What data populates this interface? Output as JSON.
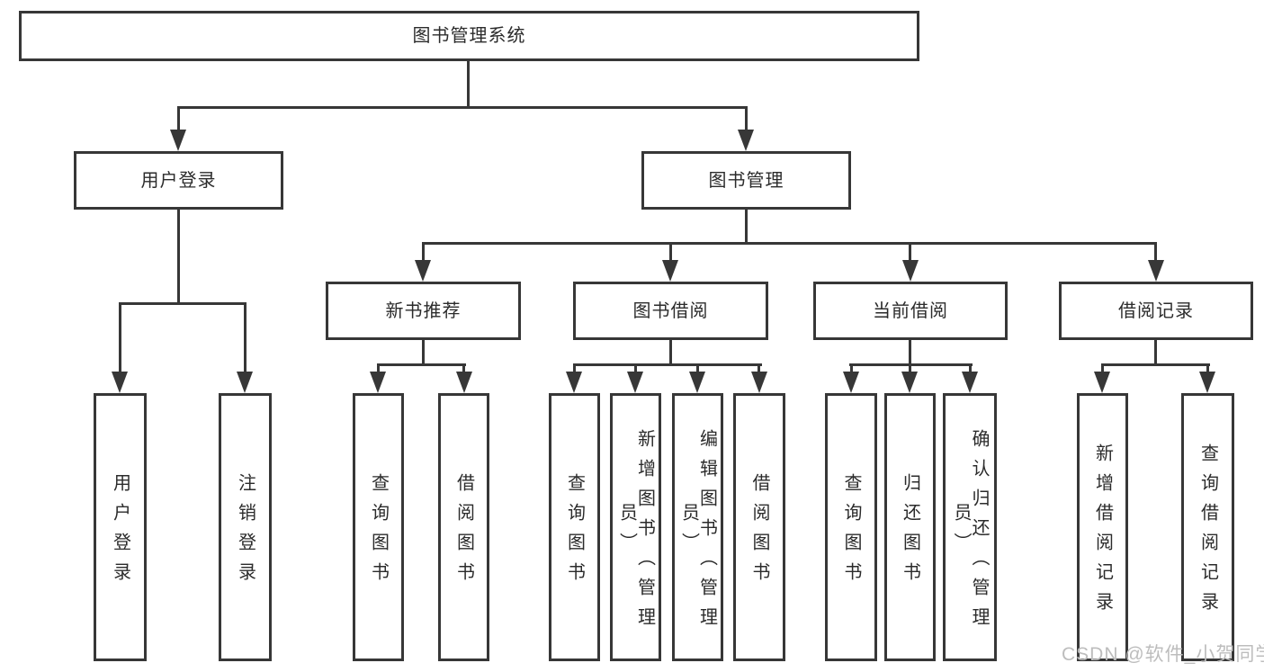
{
  "diagram": {
    "root": {
      "label": "图书管理系统"
    },
    "branches": [
      {
        "label": "用户登录",
        "children": [
          "用户登录",
          "注销登录"
        ]
      },
      {
        "label": "图书管理",
        "sections": [
          {
            "label": "新书推荐",
            "children": [
              "查询图书",
              "借阅图书"
            ]
          },
          {
            "label": "图书借阅",
            "children": [
              "查询图书",
              "新增图书（管理员）",
              "编辑图书（管理员）",
              "借阅图书"
            ]
          },
          {
            "label": "当前借阅",
            "children": [
              "查询图书",
              "归还图书",
              "确认归还（管理员）"
            ]
          },
          {
            "label": "借阅记录",
            "children": [
              "新增借阅记录",
              "查询借阅记录"
            ]
          }
        ]
      }
    ]
  },
  "watermark": {
    "text": "CSDN @软件_小贺同学"
  },
  "colors": {
    "line": "#373737",
    "text": "#2b2b2b",
    "watermark": "#bdbdbd",
    "background": "#ffffff"
  }
}
